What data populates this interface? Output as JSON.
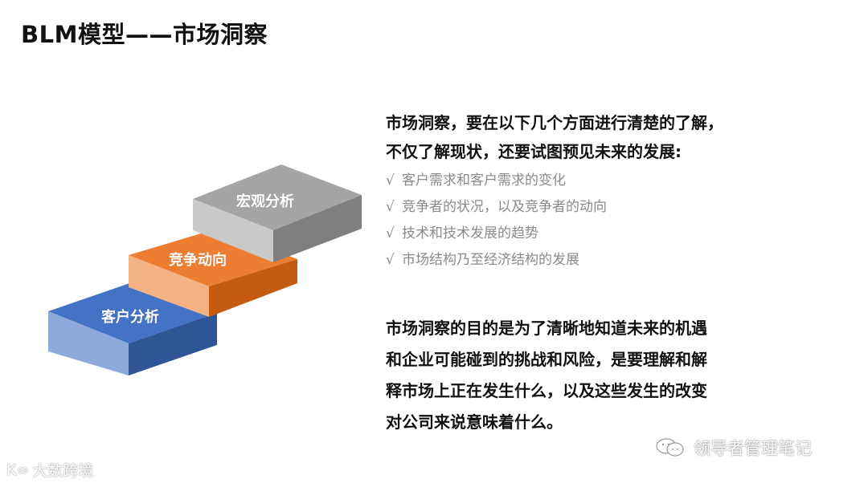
{
  "title": "BLM模型——市场洞察",
  "stairs": {
    "steps": [
      {
        "label": "客户分析",
        "color_top": "#4472C4",
        "color_left": "#8EA9DB",
        "color_right": "#2F5597"
      },
      {
        "label": "竞争动向",
        "color_top": "#ED7D31",
        "color_left": "#F4B183",
        "color_right": "#C55A11"
      },
      {
        "label": "宏观分析",
        "color_top": "#A5A5A5",
        "color_left": "#C9C9C9",
        "color_right": "#7F7F7F"
      }
    ]
  },
  "content": {
    "lead_line1": "市场洞察，要在以下几个方面进行清楚的了解，",
    "lead_line2": "不仅了解现状，还要试图预见未来的发展:",
    "check_symbol": "√",
    "checks": [
      "客户需求和客户需求的变化",
      "竞争者的状况，以及竞争者的动向",
      "技术和技术发展的趋势",
      "市场结构乃至经济结构的发展"
    ],
    "paragraph_lines": [
      "市场洞察的目的是为了清晰地知道未来的机遇",
      "和企业可能碰到的挑战和风险，是要理解和解",
      "释市场上正在发生什么，以及这些发生的改变",
      "对公司来说意味着什么。"
    ]
  },
  "watermarks": {
    "left_logo": "K∞",
    "left_text": "大数跨境",
    "right_text": "领导者管理笔记"
  }
}
